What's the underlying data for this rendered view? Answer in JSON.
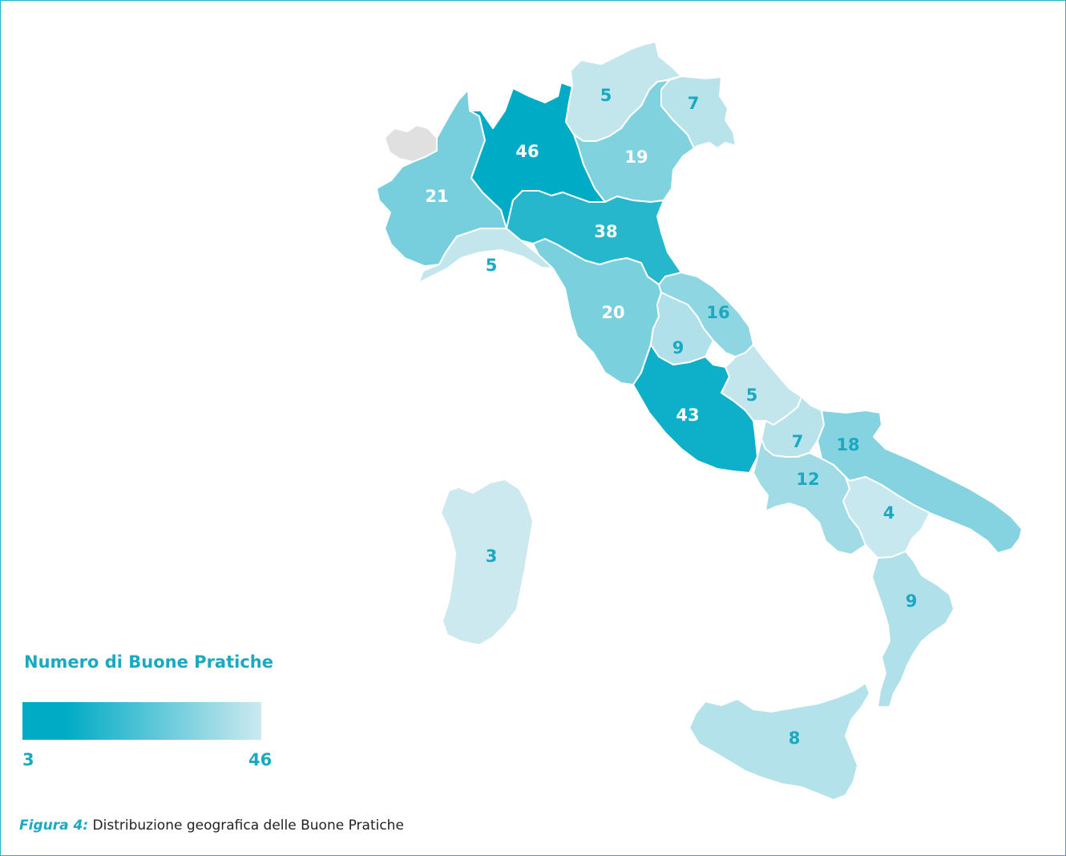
{
  "colors": {
    "scale_high": "#00abc5",
    "scale_low": "#cce9ef",
    "no_data": "#e0e0e0",
    "accent": "#1aa9c0",
    "border": "#1fb3c9"
  },
  "legend": {
    "title": "Numero di Buone Pratiche",
    "min": "3",
    "max": "46",
    "min_value": 3,
    "max_value": 46
  },
  "caption": {
    "label": "Figura 4:",
    "text": " Distribuzione geografica delle Buone Pratiche"
  },
  "regions": [
    {
      "id": "valle-d-aosta",
      "value": null
    },
    {
      "id": "piemonte",
      "value": 21
    },
    {
      "id": "liguria",
      "value": 5
    },
    {
      "id": "lombardia",
      "value": 46
    },
    {
      "id": "trentino-alto-adige",
      "value": 5
    },
    {
      "id": "veneto",
      "value": 19
    },
    {
      "id": "friuli-venezia-giulia",
      "value": 7
    },
    {
      "id": "emilia-romagna",
      "value": 38
    },
    {
      "id": "toscana",
      "value": 20
    },
    {
      "id": "marche",
      "value": 16
    },
    {
      "id": "umbria",
      "value": 9
    },
    {
      "id": "lazio",
      "value": 43
    },
    {
      "id": "abruzzo",
      "value": 5
    },
    {
      "id": "molise",
      "value": 7
    },
    {
      "id": "campania",
      "value": 12
    },
    {
      "id": "puglia",
      "value": 18
    },
    {
      "id": "basilicata",
      "value": 4
    },
    {
      "id": "calabria",
      "value": 9
    },
    {
      "id": "sicilia",
      "value": 8
    },
    {
      "id": "sardegna",
      "value": 3
    }
  ]
}
